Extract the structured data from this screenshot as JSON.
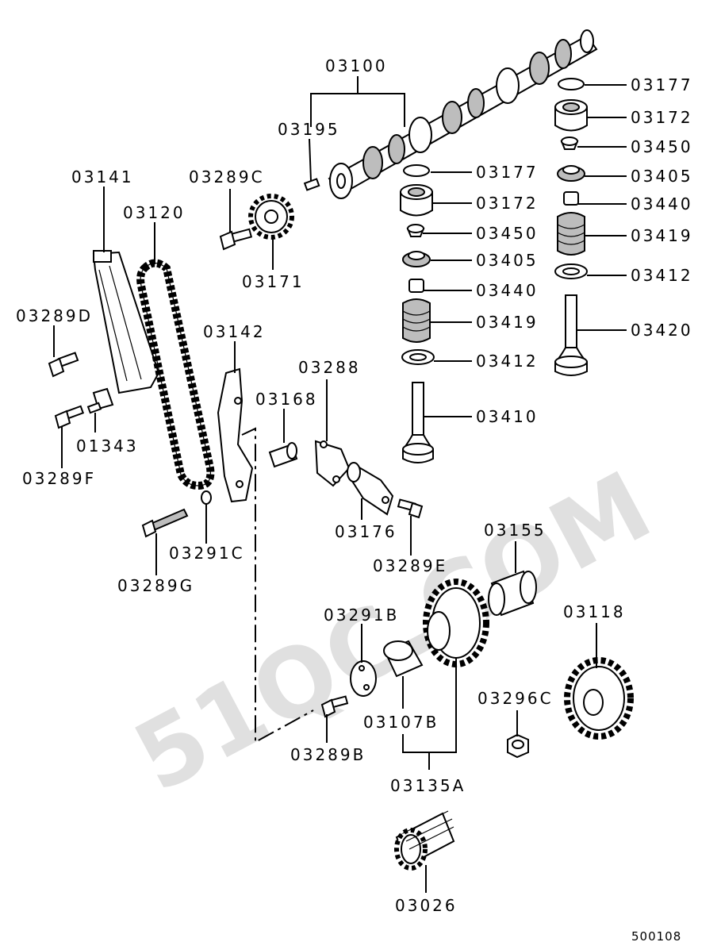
{
  "watermark": "51QC.COM",
  "figure_code": "500108",
  "part_labels": {
    "p03100": "03100",
    "p03195": "03195",
    "p03177a": "03177",
    "p03172a": "03172",
    "p03450a": "03450",
    "p03405a": "03405",
    "p03440a": "03440",
    "p03419a": "03419",
    "p03412a": "03412",
    "p03410": "03410",
    "p03177b": "03177",
    "p03172b": "03172",
    "p03450b": "03450",
    "p03405b": "03405",
    "p03440b": "03440",
    "p03419b": "03419",
    "p03412b": "03412",
    "p03420": "03420",
    "p03141": "03141",
    "p03120": "03120",
    "p03289C": "03289C",
    "p03171": "03171",
    "p03289D": "03289D",
    "p03142": "03142",
    "p03288": "03288",
    "p03168": "03168",
    "p01343": "01343",
    "p03289F": "03289F",
    "p03176": "03176",
    "p03289E": "03289E",
    "p03291C": "03291C",
    "p03289G": "03289G",
    "p03155": "03155",
    "p03118": "03118",
    "p03291B": "03291B",
    "p03107B": "03107B",
    "p03296C": "03296C",
    "p03289B": "03289B",
    "p03135A": "03135A",
    "p03026": "03026"
  }
}
